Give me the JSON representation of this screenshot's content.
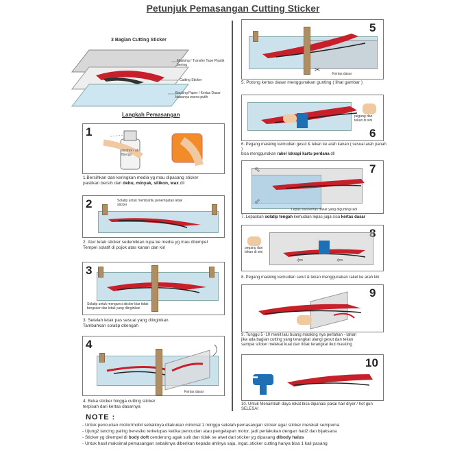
{
  "title": "Petunjuk Pemasangan Cutting Sticker",
  "parts": {
    "heading": "3 Bagian Cutting Sticker",
    "masking": "Masking / Transfer Tape Plastik bening",
    "sticker": "Cutting Sticker",
    "backing": "Backing Paper / Kertas Dasar biasanya warna putih"
  },
  "langkah": "Langkah Pemasangan",
  "steps": {
    "s1": {
      "num": "1",
      "cap1": "1.Bersihkan dan keringkan media yg mau dipasang sticker",
      "cap2a": "pastikan bersih dari ",
      "cap2b": "debu, minyak, silikon, wax",
      "cap2c": " dll",
      "label": "alcohol / ab fibergir"
    },
    "s2": {
      "num": "2",
      "label": "Solatip untuk membantu penempatan letak sticker",
      "cap1": "2. Atur letak sticker sedemikian rupa ke media yg mau ditempel",
      "cap2": "Tempel solatif di pojok atas kanan dan kiri"
    },
    "s3": {
      "num": "3",
      "label": "Solatip untuk mengunci sticker biar tidak bergeser dan letak yang diinginkan",
      "cap1": "3. Setelah letak pas sesuai yang diinginkan",
      "cap2": "Tambahkan solatip ditengah"
    },
    "s4": {
      "num": "4",
      "label": "Kertas dasar",
      "cap1": "4. Buka sticker hingga cutting sticker",
      "cap2": "terpisah dari kertas dasarnya"
    },
    "s5": {
      "num": "5",
      "label": "Kertas dasar",
      "cap": "5. Potong kertas dasar menggunakan gunting ( lihat gambar )"
    },
    "s6": {
      "num": "6",
      "label": "pegang dan tekan di sini",
      "cap1": "6. Pegang masking kemudian gesut & tekan ke arah kanan ( sesuai arah panah )",
      "cap2a": "bisa menggunakan ",
      "cap2b": "rakel /skrapi kartu perdana",
      "cap2c": " dll"
    },
    "s7": {
      "num": "7",
      "label": "Lepas sisa kertas dasar yang digunting tadi",
      "cap1": "7. Lepaskan ",
      "cap1b": "solatip tengah",
      "cap1c": " kemudian lepas juga sisa ",
      "cap1d": "kertas dasar"
    },
    "s8": {
      "num": "8",
      "label": "pegang dan tekan di sini",
      "cap": "8. Pegang masking kemudian serut & tekan menggunakan rakel ke arah kiri"
    },
    "s9": {
      "num": "9",
      "cap1": "9. Tunggu 5 -10 menit lalu buang masking nya perlahan - lahan",
      "cap2": "jika ada bagian cutting yang terangkat  ulangi gesut dan tekan",
      "cap3": "sampai sticker melekat kuat dan tidak terangkat ikut masking"
    },
    "s10": {
      "num": "10",
      "cap1": "10. Untuk Menambah daya rekat bisa dipanasi pakai hair dryer / hot gun",
      "cap2": "SELESAI"
    }
  },
  "note": {
    "title": "NOTE :",
    "lines": [
      "- Untuk pencucian motor/mobil sebaiknya dilakukan minimal 1 minggu setelah pemasangan sticker agar sticker merekat sempurna",
      "- Ujung2 lancing paling beresiko terkelupas ketika pencucian atau pengelapan motor, jadi perlakukan dengan hati2 dan bijaksana",
      "- Untuk hasil maksimal pemasangan sebaiknya diberikan kepada ahlinya saja, ingat..sticker cutting hanya bisa 1 kali pasang"
    ],
    "line3a": "- Sticker yg ditempel di ",
    "line3b": "body doft",
    "line3c": " cenderung agak sulit dan tidak se awet dari sticker yg dipasang ",
    "line3d": "dibody halus"
  },
  "colors": {
    "glass": "#a0c8dc",
    "sticker_red": "#c8202a",
    "tape": "#b08d62",
    "blue_tool": "#1f6fb4"
  }
}
